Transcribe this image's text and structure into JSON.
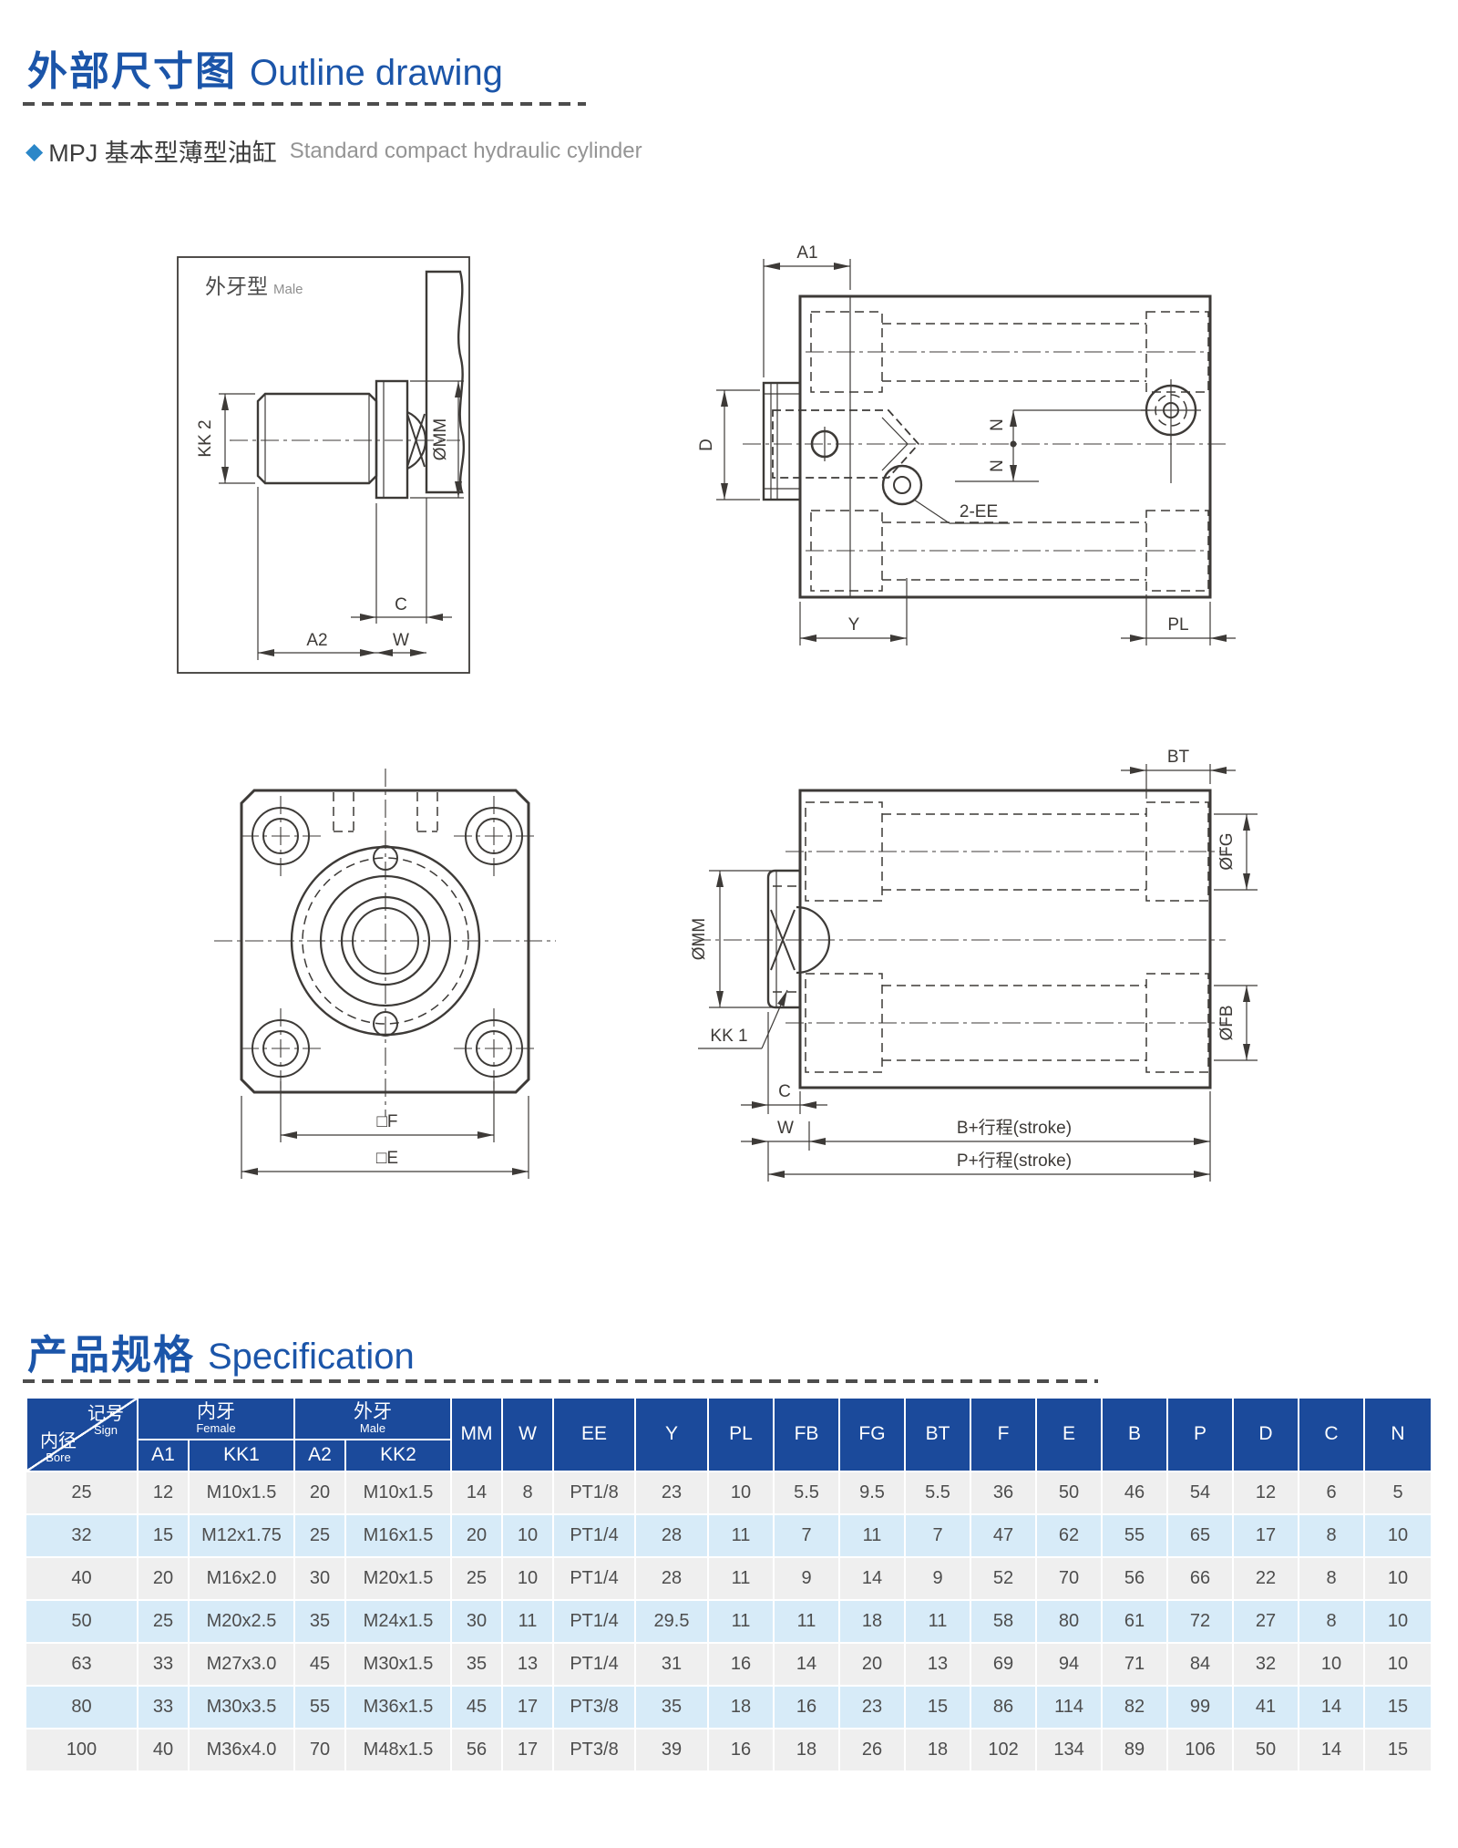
{
  "page": {
    "outline_section": {
      "title_cn": "外部尺寸图",
      "title_en": "Outline drawing",
      "product_bullet": {
        "marker": "◆",
        "code_and_name_cn": "MPJ 基本型薄型油缸",
        "name_en": "Standard compact hydraulic cylinder"
      }
    },
    "spec_section": {
      "title_cn": "产品规格",
      "title_en": "Specification"
    }
  },
  "drawings": {
    "male_thread_view": {
      "caption_cn": "外牙型",
      "caption_en": "Male",
      "labels": {
        "kk2": "KK 2",
        "mm": "ØMM",
        "c": "C",
        "a2": "A2",
        "w": "W"
      }
    },
    "side_view": {
      "labels": {
        "a1": "A1",
        "d": "D",
        "n": "N",
        "ee": "2-EE",
        "y": "Y",
        "pl": "PL"
      }
    },
    "front_view": {
      "labels": {
        "f": "□F",
        "e": "□E"
      }
    },
    "female_side_view": {
      "labels": {
        "bt": "BT",
        "fg": "ØFG",
        "mm": "ØMM",
        "kk1": "KK 1",
        "fb": "ØFB",
        "c": "C",
        "w": "W",
        "b_stroke": "B+行程(stroke)",
        "p_stroke": "P+行程(stroke)"
      }
    }
  },
  "spec_table": {
    "corner": {
      "sign_cn": "记号",
      "sign_en": "Sign",
      "bore_cn": "内径",
      "bore_en": "Bore"
    },
    "groups": {
      "female_cn": "内牙",
      "female_en": "Female",
      "male_cn": "外牙",
      "male_en": "Male"
    },
    "sub_headers": [
      "A1",
      "KK1",
      "A2",
      "KK2"
    ],
    "columns": [
      "MM",
      "W",
      "EE",
      "Y",
      "PL",
      "FB",
      "FG",
      "BT",
      "F",
      "E",
      "B",
      "P",
      "D",
      "C",
      "N"
    ],
    "rows": [
      [
        "25",
        "12",
        "M10x1.5",
        "20",
        "M10x1.5",
        "14",
        "8",
        "PT1/8",
        "23",
        "10",
        "5.5",
        "9.5",
        "5.5",
        "36",
        "50",
        "46",
        "54",
        "12",
        "6",
        "5"
      ],
      [
        "32",
        "15",
        "M12x1.75",
        "25",
        "M16x1.5",
        "20",
        "10",
        "PT1/4",
        "28",
        "11",
        "7",
        "11",
        "7",
        "47",
        "62",
        "55",
        "65",
        "17",
        "8",
        "10"
      ],
      [
        "40",
        "20",
        "M16x2.0",
        "30",
        "M20x1.5",
        "25",
        "10",
        "PT1/4",
        "28",
        "11",
        "9",
        "14",
        "9",
        "52",
        "70",
        "56",
        "66",
        "22",
        "8",
        "10"
      ],
      [
        "50",
        "25",
        "M20x2.5",
        "35",
        "M24x1.5",
        "30",
        "11",
        "PT1/4",
        "29.5",
        "11",
        "11",
        "18",
        "11",
        "58",
        "80",
        "61",
        "72",
        "27",
        "8",
        "10"
      ],
      [
        "63",
        "33",
        "M27x3.0",
        "45",
        "M30x1.5",
        "35",
        "13",
        "PT1/4",
        "31",
        "16",
        "14",
        "20",
        "13",
        "69",
        "94",
        "71",
        "84",
        "32",
        "10",
        "10"
      ],
      [
        "80",
        "33",
        "M30x3.5",
        "55",
        "M36x1.5",
        "45",
        "17",
        "PT3/8",
        "35",
        "18",
        "16",
        "23",
        "15",
        "86",
        "114",
        "82",
        "99",
        "41",
        "14",
        "15"
      ],
      [
        "100",
        "40",
        "M36x4.0",
        "70",
        "M48x1.5",
        "56",
        "17",
        "PT3/8",
        "39",
        "16",
        "18",
        "26",
        "18",
        "102",
        "134",
        "89",
        "106",
        "50",
        "14",
        "15"
      ]
    ]
  },
  "colors": {
    "title_blue": "#1b55a9",
    "table_header_blue": "#1b4a9b",
    "row_stripe_blue": "#d7ebf8",
    "row_stripe_gray": "#efefef",
    "bullet_diamond_blue": "#2b87c8"
  }
}
